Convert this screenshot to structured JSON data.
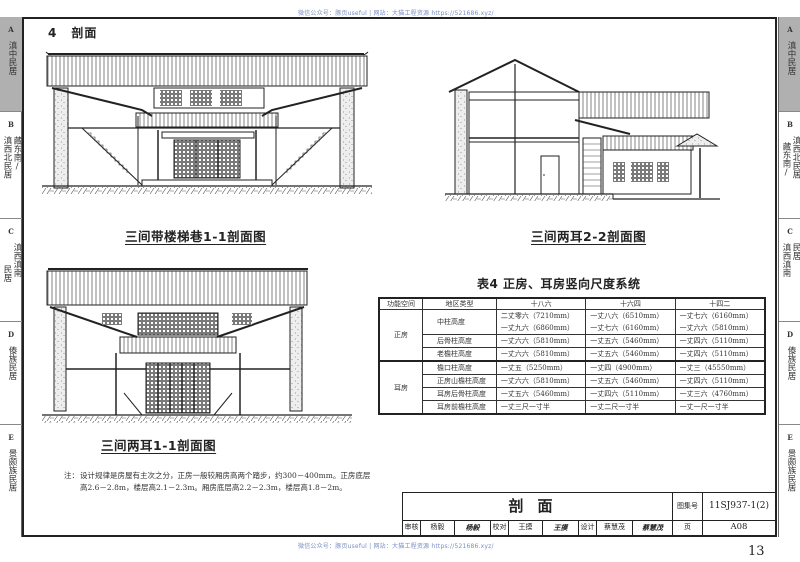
{
  "watermark": {
    "top": "微信公众号：豚页useful  |  网站：大猫工程资源 https://521686.xyz/",
    "bottom": "微信公众号：豚页useful  |  网站：大猫工程资源 https://521686.xyz/"
  },
  "side_tabs": [
    {
      "letter": "A",
      "col1": "滇中民居",
      "col2": "",
      "active": true
    },
    {
      "letter": "B",
      "col1": "滇西北民居",
      "col2": "藏东南/",
      "active": false
    },
    {
      "letter": "C",
      "col1": "滇西滇南",
      "col2": "民居",
      "active": false
    },
    {
      "letter": "D",
      "col1": "傣族民居",
      "col2": "",
      "active": false
    },
    {
      "letter": "E",
      "col1": "景颇族民居",
      "col2": "",
      "active": false
    }
  ],
  "section": {
    "number": "4",
    "title": "剖面"
  },
  "drawings": {
    "d1_caption": "三间带楼梯巷1-1剖面图",
    "d2_caption": "三间两耳2-2剖面图",
    "d3_caption": "三间两耳1-1剖面图"
  },
  "table": {
    "title": "表4  正房、耳房竖向尺度系统",
    "headers": [
      "功能空间",
      "地区类型",
      "十八六",
      "十六四",
      "十四二"
    ],
    "groups": [
      {
        "space": "正房",
        "rows": [
          {
            "type": "中柱高度",
            "v1": "二丈零六（7210mm）",
            "v2": "一丈八六（6510mm）",
            "v3": "一丈七六（6160mm）"
          },
          {
            "type": "",
            "v1": "一丈九六（6860mm）",
            "v2": "一丈七六（6160mm）",
            "v3": "一丈六六（5810mm）"
          },
          {
            "type": "后骨柱高度",
            "v1": "一丈六六（5810mm）",
            "v2": "一丈五六（5460mm）",
            "v3": "一丈四六（5110mm）"
          },
          {
            "type": "老檐柱高度",
            "v1": "一丈六六（5810mm）",
            "v2": "一丈五六（5460mm）",
            "v3": "一丈四六（5110mm）"
          }
        ]
      },
      {
        "space": "耳房",
        "rows": [
          {
            "type": "檐口柱高度",
            "v1": "一丈五（5250mm）",
            "v2": "一丈四（4900mm）",
            "v3": "一丈三（45550mm）"
          },
          {
            "type": "正房山檐柱高度",
            "v1": "一丈六六（5810mm）",
            "v2": "一丈五六（5460mm）",
            "v3": "一丈四六（5110mm）"
          },
          {
            "type": "耳房后骨柱高度",
            "v1": "一丈五六（5460mm）",
            "v2": "一丈四六（5110mm）",
            "v3": "一丈三六（4760mm）"
          },
          {
            "type": "耳房前檐柱高度",
            "v1": "一丈三尺一寸半",
            "v2": "一丈二尺一寸半",
            "v3": "一丈一尺一寸半"
          }
        ]
      }
    ]
  },
  "note": {
    "label": "注：",
    "text": "设计规律是房屋有主次之分，正房一般较厢房高两个踏步，约300－400mm。正房底层高2.6－2.8m，楼层高2.1－2.3m。厢房底层高2.2－2.3m，楼层高1.8－2m。"
  },
  "title_block": {
    "title": "剖面",
    "atlas_label": "图集号",
    "atlas_no": "11SJ937-1(2)",
    "review_label": "审核",
    "reviewer": "杨毅",
    "reviewer_sig": "杨毅",
    "check_label": "校对",
    "checker": "王摸",
    "checker_sig": "王摸",
    "design_label": "设计",
    "designer": "蔡慧茂",
    "designer_sig": "蔡慧茂",
    "page_label": "页",
    "page_code": "A08"
  },
  "page_number": "13"
}
